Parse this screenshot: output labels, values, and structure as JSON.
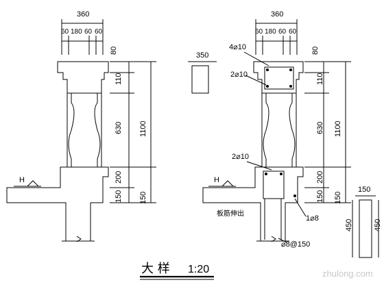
{
  "left_detail": {
    "top_width": "360",
    "sub_dims": [
      "60",
      "180",
      "60",
      "60"
    ],
    "level_marker": "H",
    "vertical_dims": [
      "80",
      "110",
      "630",
      "200",
      "150"
    ],
    "total_height": "1100",
    "side_dim": "150",
    "height_markers": [
      "80",
      "110",
      "630",
      "200",
      "150"
    ]
  },
  "right_detail": {
    "top_width": "360",
    "sub_dims": [
      "60",
      "180",
      "60",
      "60"
    ],
    "level_marker": "H",
    "rebar_top": "4⌀10",
    "rebar_upper_stirrup": "2⌀10",
    "rebar_lower": "2⌀10",
    "slab_note": "板筋伸出",
    "bar_mid": "1⌀8",
    "stirrup": "⌀8@150",
    "vertical_dims": [
      "80",
      "110",
      "630",
      "200",
      "150"
    ],
    "total_height": "1100",
    "side_dim": "150"
  },
  "small_section": {
    "width": "350"
  },
  "edge_strip": {
    "width": "150",
    "height_a": "450",
    "height_b": "450"
  },
  "title": {
    "text": "大  样",
    "scale": "1:20"
  },
  "watermark": "zhulong.com"
}
